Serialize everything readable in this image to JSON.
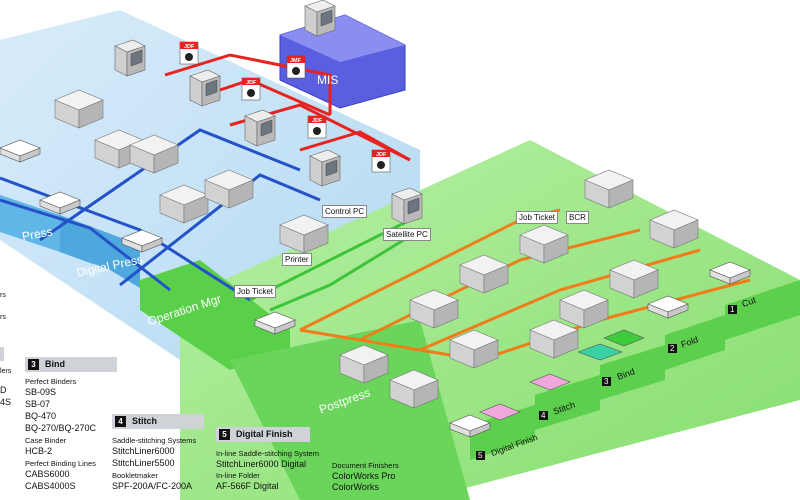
{
  "zones": {
    "press": "Press",
    "digital_press": "Digital Press",
    "operation_mgr": "Operation Mgr",
    "postpress": "Postpress",
    "mis": "MIS"
  },
  "stages": [
    {
      "num": "1",
      "label": "Cut"
    },
    {
      "num": "2",
      "label": "Fold"
    },
    {
      "num": "3",
      "label": "Bind"
    },
    {
      "num": "4",
      "label": "Stitch"
    },
    {
      "num": "5",
      "label": "Digital Finish"
    }
  ],
  "callouts": {
    "control_pc": "Control PC",
    "satellite_pc": "Satellite PC",
    "printer": "Printer",
    "job_ticket": "Job Ticket",
    "job_ticket_2": "Job Ticket",
    "bcr": "BCR"
  },
  "icons": {
    "jdf": "JDF",
    "jmf": "JMF"
  },
  "left_clipped": [
    "rs",
    "rs",
    "lers",
    "D",
    "4S"
  ],
  "products": {
    "bind": {
      "num": "3",
      "header": "Bind",
      "groups": [
        {
          "title": "Perfect Binders",
          "items": [
            "SB-09S",
            "SB-07",
            "BQ-470",
            "BQ-270/BQ-270C"
          ]
        },
        {
          "title": "Case Binder",
          "items": [
            "HCB-2"
          ]
        },
        {
          "title": "Perfect Binding Lines",
          "items": [
            "CABS6000",
            "CABS4000S"
          ]
        }
      ]
    },
    "stitch": {
      "num": "4",
      "header": "Stitch",
      "groups": [
        {
          "title": "Saddle-stitching Systems",
          "items": [
            "StitchLiner6000",
            "StitchLiner5500"
          ]
        },
        {
          "title": "Bookletmaker",
          "items": [
            "SPF-200A/FC-200A"
          ]
        }
      ]
    },
    "digital_finish": {
      "num": "5",
      "header": "Digital Finish",
      "groups": [
        {
          "title": "In-line Saddle-stitching System",
          "items": [
            "StitchLiner6000 Digital"
          ]
        },
        {
          "title": "In-line Folder",
          "items": [
            "AF-566F Digital"
          ]
        }
      ],
      "extra": {
        "title": "Document Finishers",
        "items": [
          "ColorWorks Pro",
          "ColorWorks"
        ]
      }
    }
  },
  "colors": {
    "press_zone": "#bfe0f5",
    "band_blue": "#5fb4e6",
    "postpress_green": "#8fe07a",
    "band_green": "#59d04a",
    "mis_purple": "#5a5ee0",
    "jdf_red": "#e8231f",
    "line_orange": "#f07c1a",
    "line_blue": "#2452c8",
    "line_green": "#3cc43c"
  }
}
